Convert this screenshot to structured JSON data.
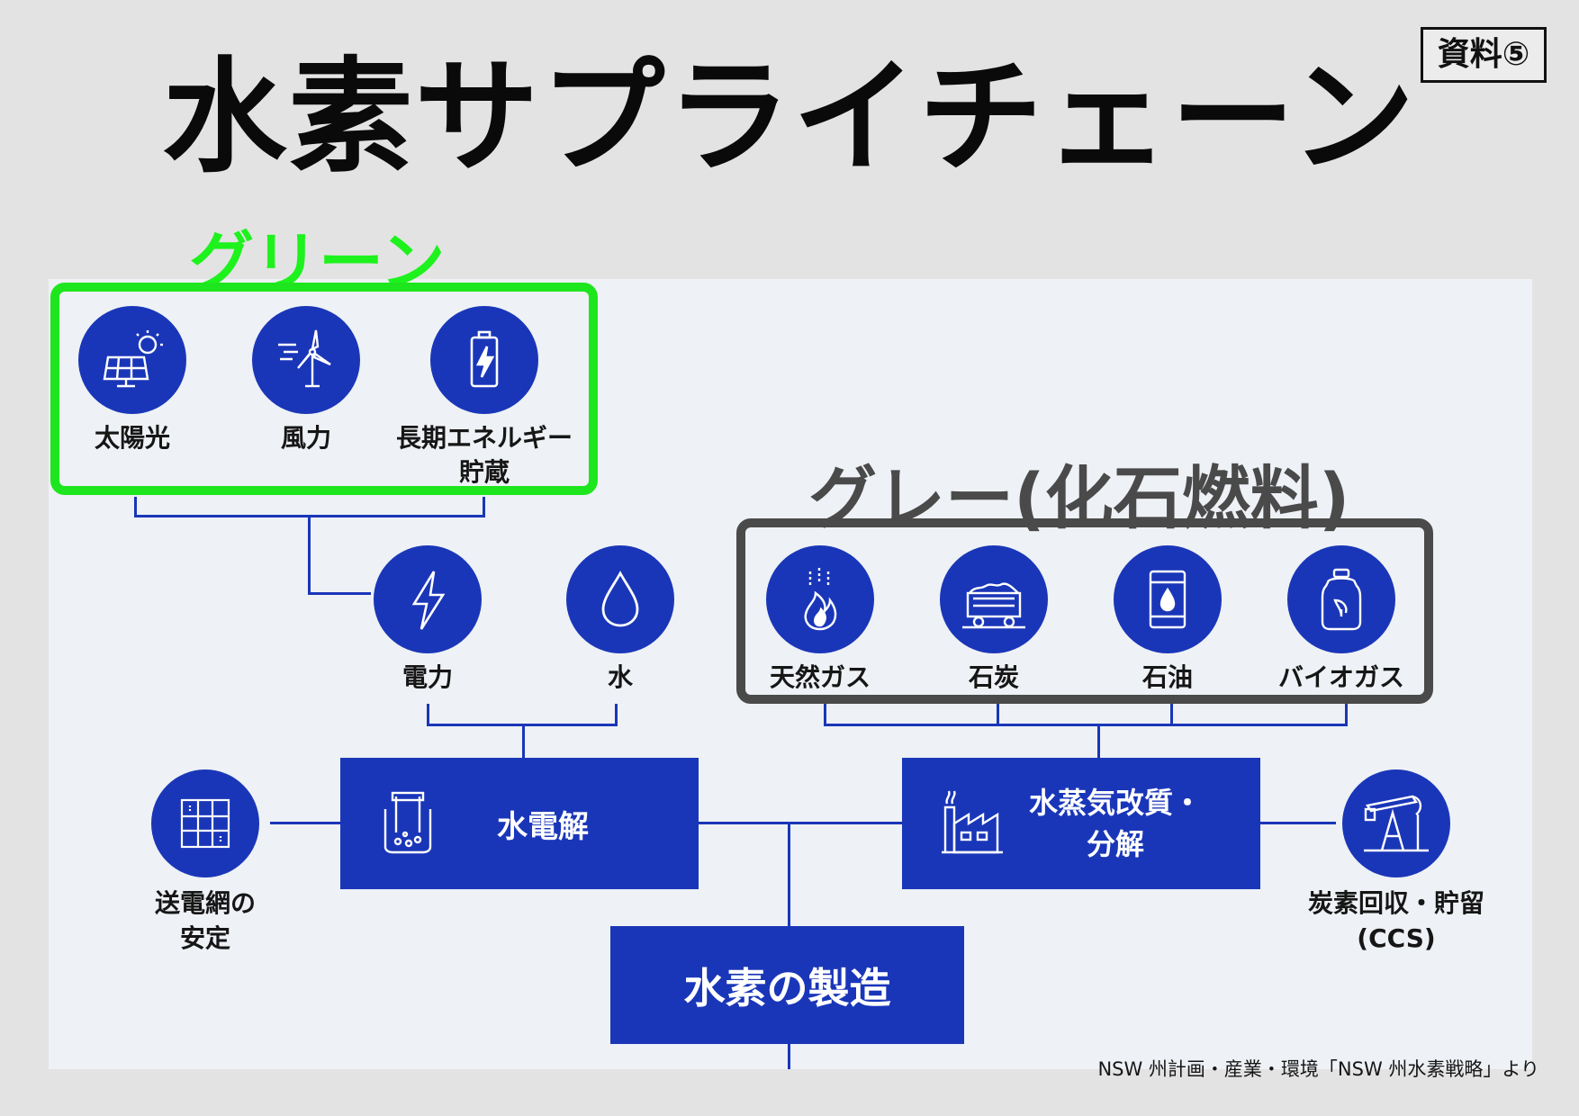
{
  "title": "水素サプライチェーン",
  "badge": "資料⑤",
  "green_heading": "グリーン",
  "gray_heading": "グレー(化石燃料)",
  "colors": {
    "brand_blue": "#1a36b8",
    "green": "#1ee61e",
    "gray": "#4a4a4a"
  },
  "green_sources": [
    {
      "label": "太陽光",
      "icon": "solar-panel-icon"
    },
    {
      "label": "風力",
      "icon": "wind-turbine-icon"
    },
    {
      "label": "長期エネルギー",
      "label2": "貯蔵",
      "icon": "battery-icon"
    }
  ],
  "inputs": [
    {
      "label": "電力",
      "icon": "lightning-icon"
    },
    {
      "label": "水",
      "icon": "water-drop-icon"
    }
  ],
  "fossil_sources": [
    {
      "label": "天然ガス",
      "icon": "flame-icon"
    },
    {
      "label": "石炭",
      "icon": "coal-cart-icon"
    },
    {
      "label": "石油",
      "icon": "oil-barrel-icon"
    },
    {
      "label": "バイオガス",
      "icon": "gas-cylinder-icon"
    }
  ],
  "processes": {
    "electrolysis": "水電解",
    "reforming_line1": "水蒸気改質・",
    "reforming_line2": "分解",
    "production": "水素の製造"
  },
  "grid": {
    "line1": "送電網の",
    "line2": "安定",
    "icon": "grid-icon"
  },
  "ccs": {
    "line1": "炭素回収・貯留",
    "line2": "(CCS)",
    "icon": "pump-jack-icon"
  },
  "credit": "NSW 州計画・産業・環境「NSW 州水素戦略」より"
}
